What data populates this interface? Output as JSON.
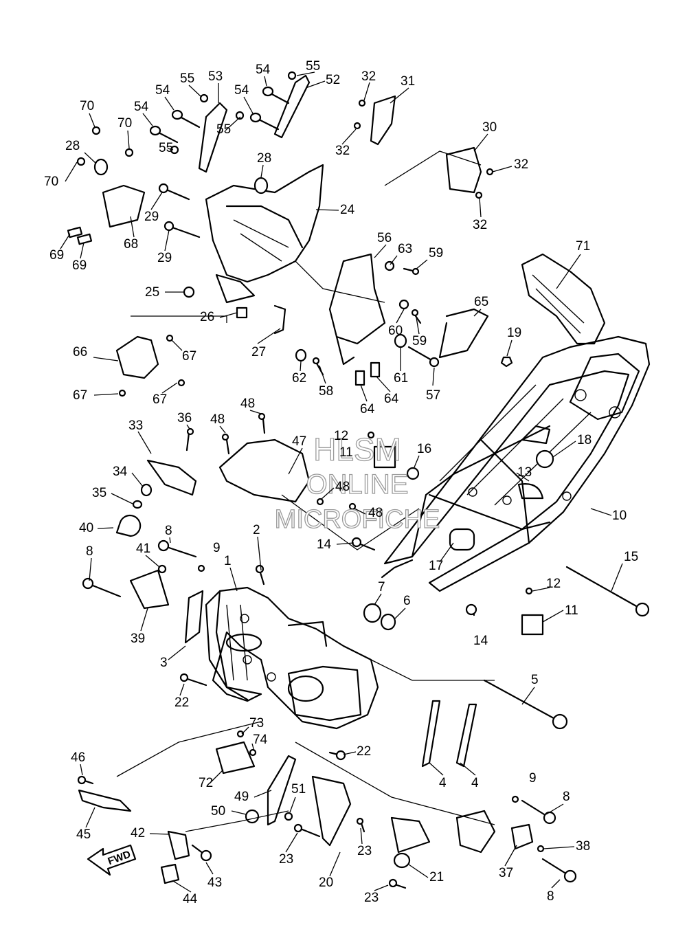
{
  "watermark": {
    "line1": "HLSM",
    "line2": "ONLINE",
    "line3": "MICROFICHE"
  },
  "fwd_label": "FWD",
  "callouts": [
    {
      "text": "1"
    },
    {
      "text": "2"
    },
    {
      "text": "3"
    },
    {
      "text": "4"
    },
    {
      "text": "4"
    },
    {
      "text": "5"
    },
    {
      "text": "6"
    },
    {
      "text": "7"
    },
    {
      "text": "8"
    },
    {
      "text": "8"
    },
    {
      "text": "8"
    },
    {
      "text": "8"
    },
    {
      "text": "9"
    },
    {
      "text": "9"
    },
    {
      "text": "10"
    },
    {
      "text": "11"
    },
    {
      "text": "11"
    },
    {
      "text": "12"
    },
    {
      "text": "12"
    },
    {
      "text": "13"
    },
    {
      "text": "14"
    },
    {
      "text": "14"
    },
    {
      "text": "15"
    },
    {
      "text": "16"
    },
    {
      "text": "17"
    },
    {
      "text": "18"
    },
    {
      "text": "19"
    },
    {
      "text": "20"
    },
    {
      "text": "21"
    },
    {
      "text": "22"
    },
    {
      "text": "22"
    },
    {
      "text": "23"
    },
    {
      "text": "23"
    },
    {
      "text": "23"
    },
    {
      "text": "24"
    },
    {
      "text": "25"
    },
    {
      "text": "26"
    },
    {
      "text": "27"
    },
    {
      "text": "28"
    },
    {
      "text": "28"
    },
    {
      "text": "29"
    },
    {
      "text": "29"
    },
    {
      "text": "30"
    },
    {
      "text": "31"
    },
    {
      "text": "32"
    },
    {
      "text": "32"
    },
    {
      "text": "32"
    },
    {
      "text": "32"
    },
    {
      "text": "33"
    },
    {
      "text": "34"
    },
    {
      "text": "35"
    },
    {
      "text": "36"
    },
    {
      "text": "37"
    },
    {
      "text": "38"
    },
    {
      "text": "39"
    },
    {
      "text": "40"
    },
    {
      "text": "41"
    },
    {
      "text": "42"
    },
    {
      "text": "43"
    },
    {
      "text": "44"
    },
    {
      "text": "45"
    },
    {
      "text": "46"
    },
    {
      "text": "47"
    },
    {
      "text": "48"
    },
    {
      "text": "48"
    },
    {
      "text": "48"
    },
    {
      "text": "48"
    },
    {
      "text": "49"
    },
    {
      "text": "50"
    },
    {
      "text": "51"
    },
    {
      "text": "52"
    },
    {
      "text": "53"
    },
    {
      "text": "54"
    },
    {
      "text": "54"
    },
    {
      "text": "54"
    },
    {
      "text": "54"
    },
    {
      "text": "55"
    },
    {
      "text": "55"
    },
    {
      "text": "55"
    },
    {
      "text": "55"
    },
    {
      "text": "56"
    },
    {
      "text": "57"
    },
    {
      "text": "58"
    },
    {
      "text": "59"
    },
    {
      "text": "59"
    },
    {
      "text": "60"
    },
    {
      "text": "61"
    },
    {
      "text": "62"
    },
    {
      "text": "63"
    },
    {
      "text": "64"
    },
    {
      "text": "64"
    },
    {
      "text": "65"
    },
    {
      "text": "66"
    },
    {
      "text": "67"
    },
    {
      "text": "67"
    },
    {
      "text": "67"
    },
    {
      "text": "68"
    },
    {
      "text": "69"
    },
    {
      "text": "69"
    },
    {
      "text": "70"
    },
    {
      "text": "70"
    },
    {
      "text": "70"
    },
    {
      "text": "71"
    },
    {
      "text": "72"
    },
    {
      "text": "73"
    },
    {
      "text": "74"
    }
  ]
}
